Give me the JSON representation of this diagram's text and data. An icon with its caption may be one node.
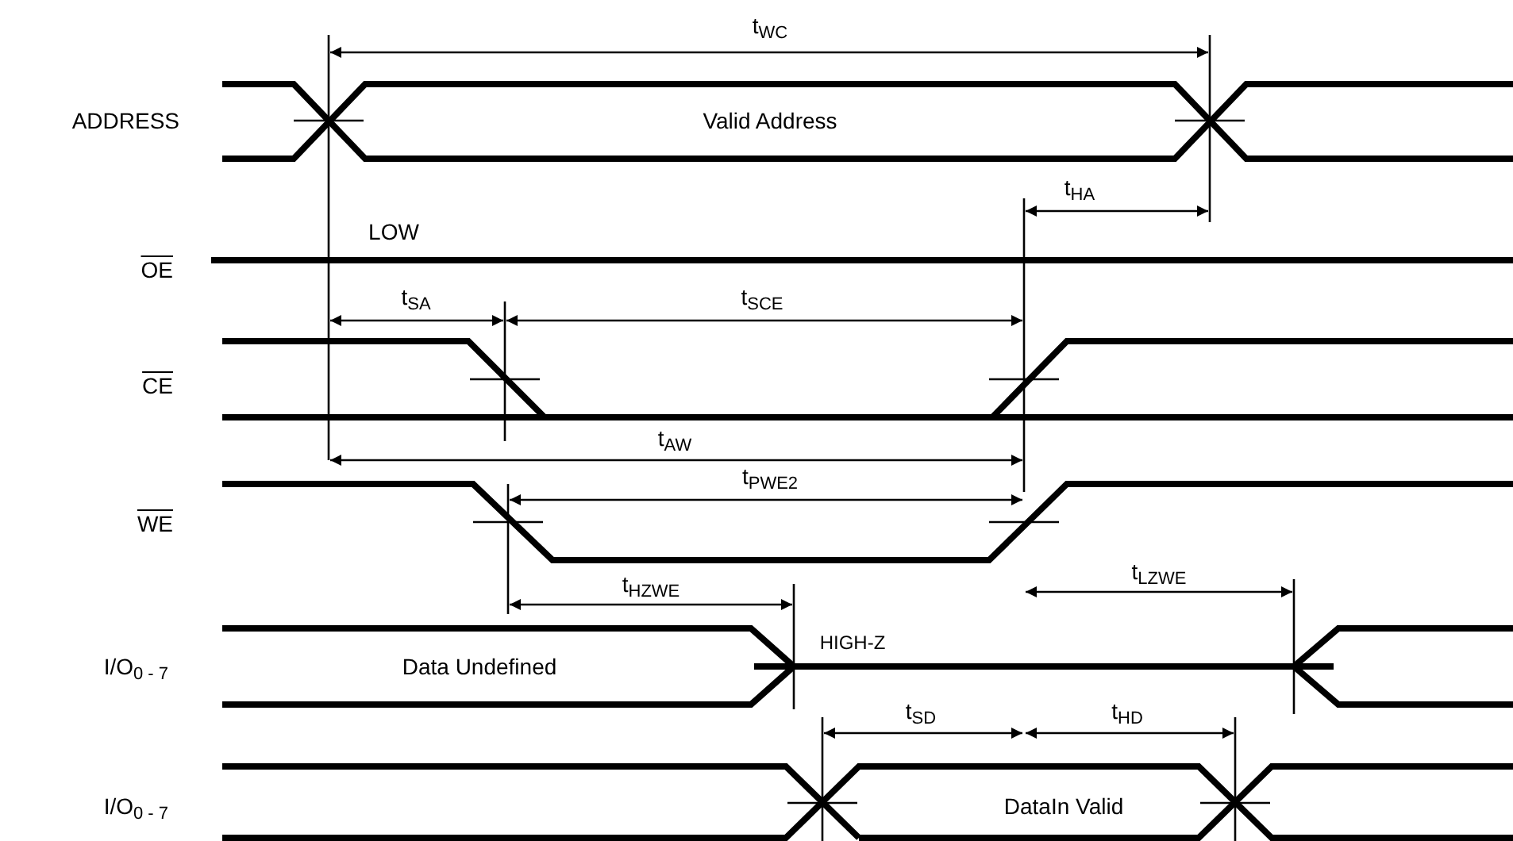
{
  "diagram": {
    "labels": [
      "t$_{WC}$",
      "ADDRESS",
      "Valid Address",
      "t$_{HA}$",
      "LOW",
      "OE",
      "t$_{SA}$",
      "t$_{SCE}$",
      "CE",
      "t$_{AW}$",
      "t$_{PWE2}$",
      "WE",
      "t$_{HZWE}$",
      "t$_{LZWE}$",
      "I/O$_{0 - 7}$",
      "Data Undefined",
      "HIGH-Z",
      "t$_{SD}$",
      "t$_{HD}$",
      "I/O$_{0 - 7}$",
      "DataIn Valid"
    ]
  }
}
